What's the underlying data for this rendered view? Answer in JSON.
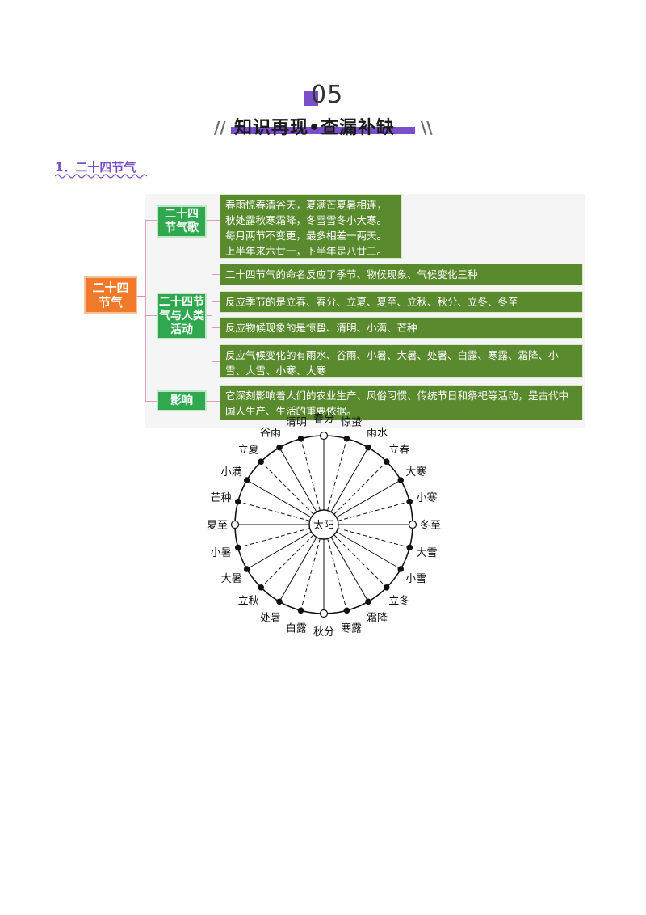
{
  "header": {
    "number": "05",
    "title": "知识再现•查漏补缺",
    "slash_left": "//",
    "slash_right": "\\\\"
  },
  "subtitle": "1．二十四节气",
  "mindmap": {
    "root": "二十四节气",
    "branches": [
      {
        "label": "二十四节气歌",
        "items": [
          "春雨惊春清谷天，夏满芒夏暑相连，秋处露秋寒霜降，冬雪雪冬小大寒。每月两节不变更，最多相差一两天。上半年来六廿一，下半年是八廿三。"
        ]
      },
      {
        "label": "二十四节气与人类活动",
        "items": [
          "二十四节气的命名反应了季节、物候现象、气候变化三种",
          "反应季节的是立春、春分、立夏、夏至、立秋、秋分、立冬、冬至",
          "反应物候现象的是惊蛰、清明、小满、芒种",
          "反应气候变化的有雨水、谷雨、小暑、大暑、处暑、白露、寒露、霜降、小雪、大雪、小寒、大寒"
        ]
      },
      {
        "label": "影响",
        "items": [
          "它深刻影响着人们的农业生产、风俗习惯、传统节日和祭祀等活动，是古代中国人生产、生活的重要依据。"
        ]
      }
    ]
  },
  "diagram": {
    "center": "太阳",
    "terms": [
      "春分",
      "惊蛰",
      "雨水",
      "立春",
      "大寒",
      "小寒",
      "冬至",
      "大雪",
      "小雪",
      "立冬",
      "霜降",
      "寒露",
      "秋分",
      "白露",
      "处暑",
      "立秋",
      "大暑",
      "小暑",
      "夏至",
      "芒种",
      "小满",
      "立夏",
      "谷雨",
      "清明"
    ],
    "hollow_terms": [
      "春分",
      "冬至",
      "秋分",
      "夏至"
    ]
  }
}
